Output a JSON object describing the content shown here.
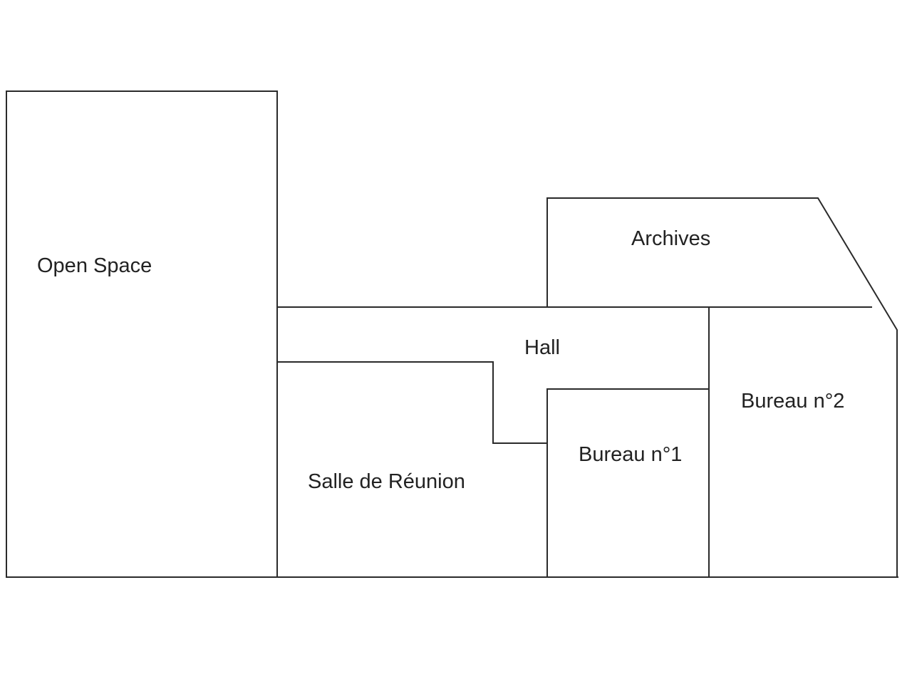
{
  "floor_plan": {
    "rooms": {
      "open_space": "Open Space",
      "archives": "Archives",
      "hall": "Hall",
      "salle_de_reunion": "Salle de Réunion",
      "bureau_1": "Bureau n°1",
      "bureau_2": "Bureau n°2"
    }
  }
}
